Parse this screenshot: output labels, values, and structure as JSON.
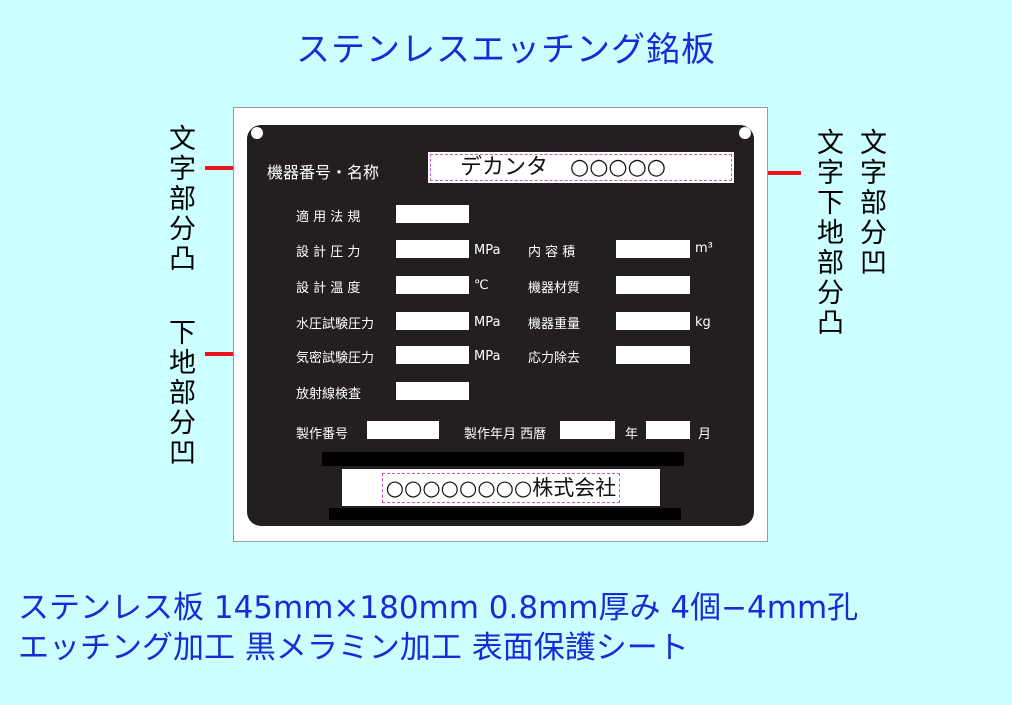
{
  "title": "ステンレスエッチング銘板",
  "left_labels": {
    "top": "文字部分凸",
    "bottom": "下地部分凹"
  },
  "right_labels": {
    "col1": "文字部分凹",
    "col2": "文字下地部分凸"
  },
  "plate": {
    "name_label": "機器番号・名称",
    "name_value": "デカンタ　○○○○○",
    "rows": {
      "standard": "適 用 法 規",
      "design_pressure": "設 計 圧 力",
      "design_pressure_unit": "MPa",
      "capacity": "内 容 積",
      "capacity_unit": "m³",
      "design_temp": "設 計 温 度",
      "design_temp_unit": "℃",
      "material": "機器材質",
      "hydro_test": "水圧試験圧力",
      "hydro_test_unit": "MPa",
      "weight": "機器重量",
      "weight_unit": "kg",
      "air_test": "気密試験圧力",
      "air_test_unit": "MPa",
      "stress_relief": "応力除去",
      "radiography": "放射線検査",
      "serial": "製作番号",
      "made_date": "製作年月 西暦",
      "year": "年",
      "month": "月"
    },
    "company": "○○○○○○○○株式会社"
  },
  "bottom_lines": [
    "ステンレス板 145mm×180mm 0.8mm厚み 4個−4mm孔",
    "エッチング加工 黒メラミン加工 表面保護シート"
  ],
  "colors": {
    "background": "#ccffff",
    "title": "#1a2bd6",
    "plate": "#231f20",
    "arrow": "#e8141c"
  }
}
